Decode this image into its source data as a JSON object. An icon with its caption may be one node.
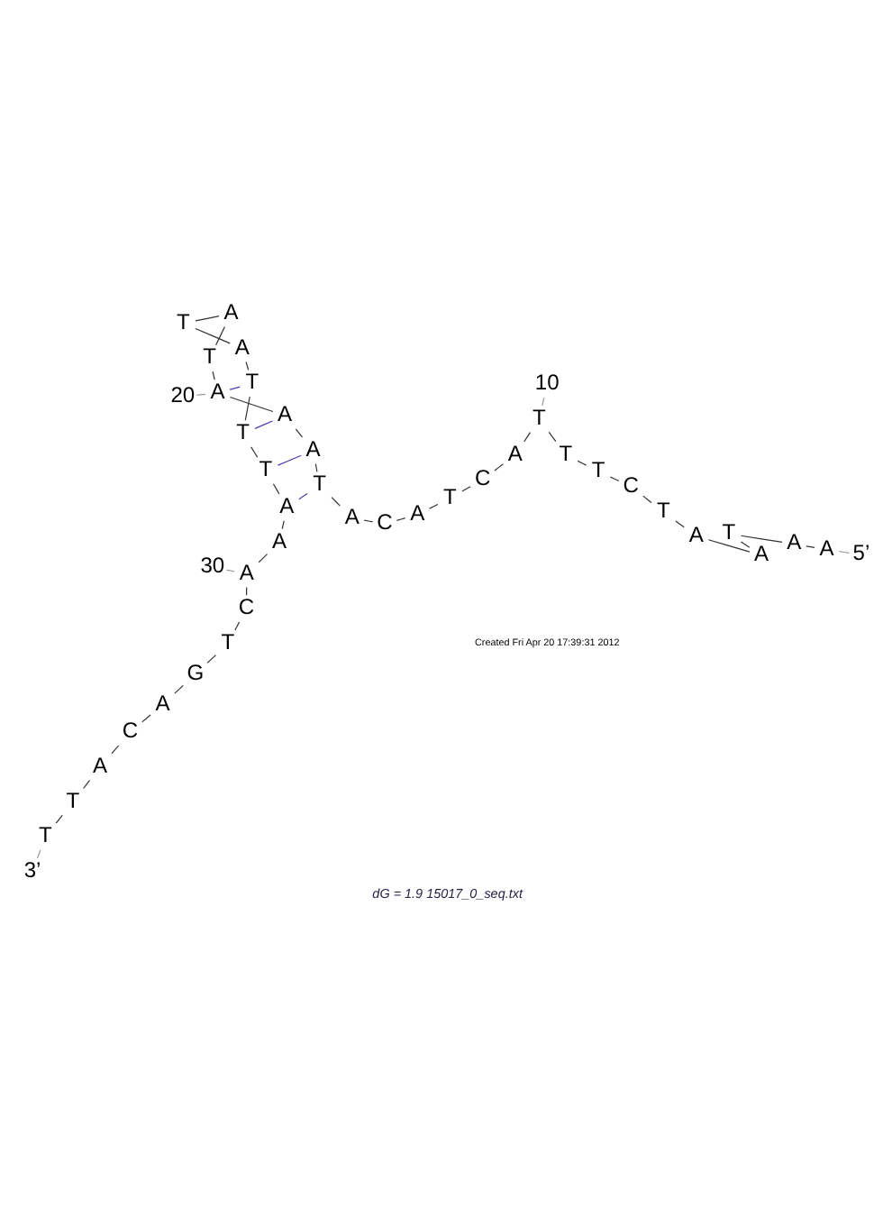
{
  "diagram": {
    "caption": "dG = 1.9 15017_0_seq.txt",
    "nodes": [
      {
        "text": [
          "A"
        ]
      },
      {
        "text": [
          "A"
        ]
      },
      {
        "text": [
          "T"
        ]
      },
      {
        "text": [
          "A"
        ]
      },
      {
        "text": [
          "A"
        ]
      },
      {
        "text": [
          "T"
        ]
      },
      {
        "text": [
          "C"
        ]
      },
      {
        "text": [
          "T"
        ]
      },
      {
        "text": [
          "T"
        ]
      },
      {
        "text": [
          "T"
        ]
      },
      {
        "text": [
          "A"
        ]
      },
      {
        "text": [
          "C"
        ]
      },
      {
        "text": [
          "T"
        ]
      },
      {
        "text": [
          "A"
        ]
      },
      {
        "text": [
          "C"
        ]
      },
      {
        "text": [
          "A"
        ]
      },
      {
        "text": [
          "T"
        ]
      },
      {
        "text": [
          "A"
        ]
      },
      {
        "text": [
          "A"
        ]
      },
      {
        "text": [
          "A"
        ]
      },
      {
        "text": [
          "T"
        ]
      },
      {
        "text": [
          "A"
        ]
      },
      {
        "text": [
          "T"
        ]
      },
      {
        "text": [
          "A"
        ]
      },
      {
        "text": [
          "T"
        ]
      },
      {
        "text": [
          "T"
        ]
      },
      {
        "text": [
          "T"
        ]
      },
      {
        "text": [
          "A"
        ]
      },
      {
        "text": [
          "A"
        ]
      },
      {
        "text": [
          "A"
        ]
      },
      {
        "text": [
          "C"
        ]
      },
      {
        "text": [
          "T"
        ]
      },
      {
        "text": [
          "G"
        ]
      },
      {
        "text": [
          "A"
        ]
      },
      {
        "text": [
          "C"
        ]
      },
      {
        "text": [
          "A"
        ]
      },
      {
        "text": [
          "T"
        ]
      },
      {
        "text": [
          "T"
        ]
      },
      {
        "text": [
          "5’"
        ]
      },
      {
        "text": [
          "10"
        ]
      },
      {
        "text": [
          "20"
        ]
      },
      {
        "text": [
          "30"
        ]
      },
      {
        "text": [
          "3’"
        ]
      }
    ],
    "edges": [
      {
        "from": 0,
        "to": 1,
        "arrow": "none"
      },
      {
        "from": 1,
        "to": 2,
        "arrow": "none"
      },
      {
        "from": 2,
        "to": 3,
        "arrow": "none"
      },
      {
        "from": 3,
        "to": 4,
        "arrow": "none"
      },
      {
        "from": 4,
        "to": 5,
        "arrow": "none"
      },
      {
        "from": 5,
        "to": 6,
        "arrow": "none"
      },
      {
        "from": 6,
        "to": 7,
        "arrow": "none"
      },
      {
        "from": 7,
        "to": 8,
        "arrow": "none"
      },
      {
        "from": 8,
        "to": 9,
        "arrow": "none"
      },
      {
        "from": 9,
        "to": 10,
        "arrow": "none"
      },
      {
        "from": 10,
        "to": 11,
        "arrow": "none"
      },
      {
        "from": 11,
        "to": 12,
        "arrow": "none"
      },
      {
        "from": 12,
        "to": 13,
        "arrow": "none"
      },
      {
        "from": 13,
        "to": 14,
        "arrow": "none"
      },
      {
        "from": 14,
        "to": 15,
        "arrow": "none"
      },
      {
        "from": 15,
        "to": 16,
        "arrow": "none"
      },
      {
        "from": 16,
        "to": 17,
        "arrow": "none"
      },
      {
        "from": 17,
        "to": 18,
        "arrow": "none"
      },
      {
        "from": 18,
        "to": 19,
        "arrow": "none"
      },
      {
        "from": 19,
        "to": 20,
        "arrow": "none"
      },
      {
        "from": 20,
        "to": 21,
        "arrow": "none"
      },
      {
        "from": 21,
        "to": 22,
        "arrow": "none"
      },
      {
        "from": 22,
        "to": 23,
        "arrow": "none"
      },
      {
        "from": 23,
        "to": 24,
        "arrow": "none"
      },
      {
        "from": 24,
        "to": 25,
        "arrow": "none"
      },
      {
        "from": 25,
        "to": 26,
        "arrow": "none"
      },
      {
        "from": 26,
        "to": 27,
        "arrow": "none"
      },
      {
        "from": 27,
        "to": 28,
        "arrow": "none"
      },
      {
        "from": 28,
        "to": 29,
        "arrow": "none"
      },
      {
        "from": 29,
        "to": 30,
        "arrow": "none"
      },
      {
        "from": 30,
        "to": 31,
        "arrow": "none"
      },
      {
        "from": 31,
        "to": 32,
        "arrow": "none"
      },
      {
        "from": 32,
        "to": 33,
        "arrow": "none"
      },
      {
        "from": 33,
        "to": 34,
        "arrow": "none"
      },
      {
        "from": 34,
        "to": 35,
        "arrow": "none"
      },
      {
        "from": 35,
        "to": 36,
        "arrow": "none"
      },
      {
        "from": 36,
        "to": 37,
        "arrow": "none"
      },
      {
        "from": 19,
        "to": 24,
        "arrow": "none",
        "color": "#4a3fb0"
      },
      {
        "from": 18,
        "to": 25,
        "arrow": "none",
        "color": "#4a3fb0"
      },
      {
        "from": 17,
        "to": 26,
        "arrow": "none",
        "color": "#4a3fb0"
      },
      {
        "from": 16,
        "to": 27,
        "arrow": "none",
        "color": "#4a3fb0"
      },
      {
        "from": 38,
        "to": 0,
        "arrow": "none",
        "color": "#999999"
      },
      {
        "from": 39,
        "to": 9,
        "arrow": "none",
        "color": "#999999"
      },
      {
        "from": 40,
        "to": 19,
        "arrow": "none",
        "color": "#999999"
      },
      {
        "from": 41,
        "to": 29,
        "arrow": "none",
        "color": "#999999"
      },
      {
        "from": 42,
        "to": 37,
        "arrow": "none",
        "color": "#999999"
      }
    ],
    "labels": [
      "Created Fri Apr 20 17:39:31 2012"
    ]
  }
}
